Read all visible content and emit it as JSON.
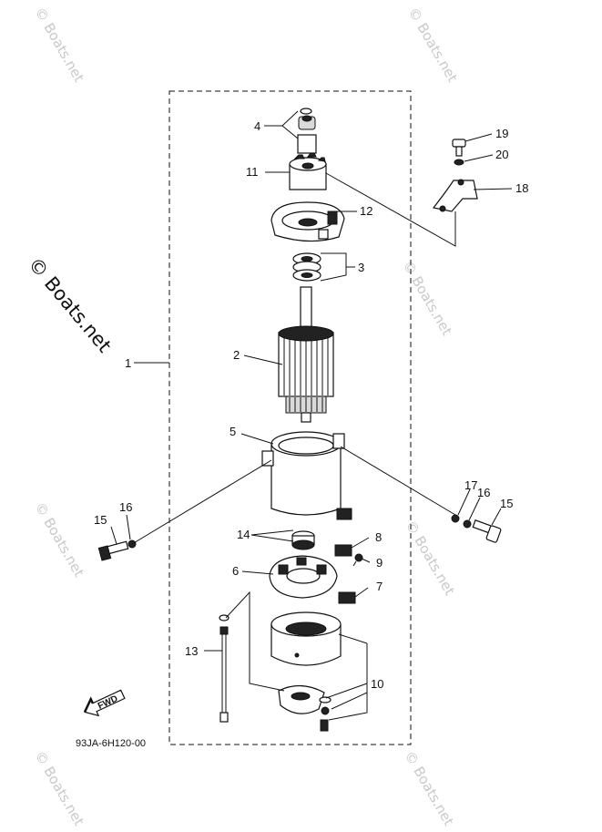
{
  "watermark_text": "© Boats.net",
  "main_watermark_text": "© Boats.net",
  "diagram_code": "93JA-6H120-00",
  "fwd_label": "FWD",
  "callouts": {
    "c1": "1",
    "c2": "2",
    "c3": "3",
    "c4": "4",
    "c5": "5",
    "c6": "6",
    "c7": "7",
    "c8": "8",
    "c9": "9",
    "c10": "10",
    "c11": "11",
    "c12": "12",
    "c13": "13",
    "c14": "14",
    "c15a": "15",
    "c15b": "15",
    "c16a": "16",
    "c16b": "16",
    "c17": "17",
    "c18": "18",
    "c19": "19",
    "c20": "20"
  }
}
